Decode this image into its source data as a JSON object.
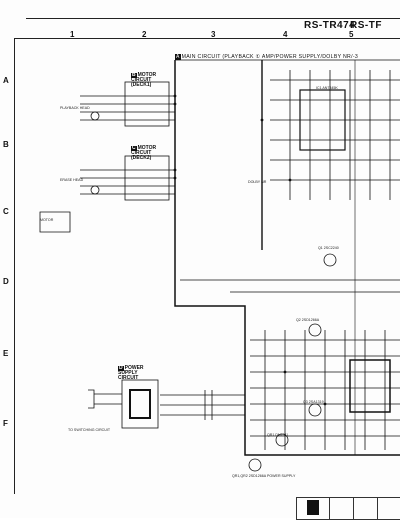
{
  "header": {
    "model_1": "RS-TR474",
    "model_2": "RS-TF"
  },
  "grid": {
    "columns": [
      "1",
      "2",
      "3",
      "4",
      "5"
    ],
    "rows": [
      "A",
      "B",
      "C",
      "D",
      "E",
      "F"
    ]
  },
  "section_main": {
    "tag": "A",
    "title": "MAIN CIRCUIT (PLAYBACK ① AMP/POWER SUPPLY/DOLBY NR/-3"
  },
  "blocks": [
    {
      "tag": "B",
      "label": "MOTOR CIRCUIT (DECK1)"
    },
    {
      "tag": "C",
      "label": "MOTOR CIRCUIT (DECK2)"
    },
    {
      "tag": "D",
      "label": "POWER SUPPLY CIRCUIT"
    }
  ],
  "labels": {
    "pb_rec_head": "PLAYBACK HEAD",
    "erase_head": "ERASE HEAD",
    "ic1": "IC1 AN7345K",
    "dolby": "DOLBY NR",
    "q1": "Q1 2SC2240",
    "q2": "Q2 2SD1266A",
    "q3": "Q3 2SA1319",
    "qr": "QR1 DN1011",
    "power_main": "QR1,QR2 2SD1266A POWER SUPPLY",
    "to_switching": "TO SWITCHING CIRCUIT",
    "motor": "MOTOR"
  }
}
